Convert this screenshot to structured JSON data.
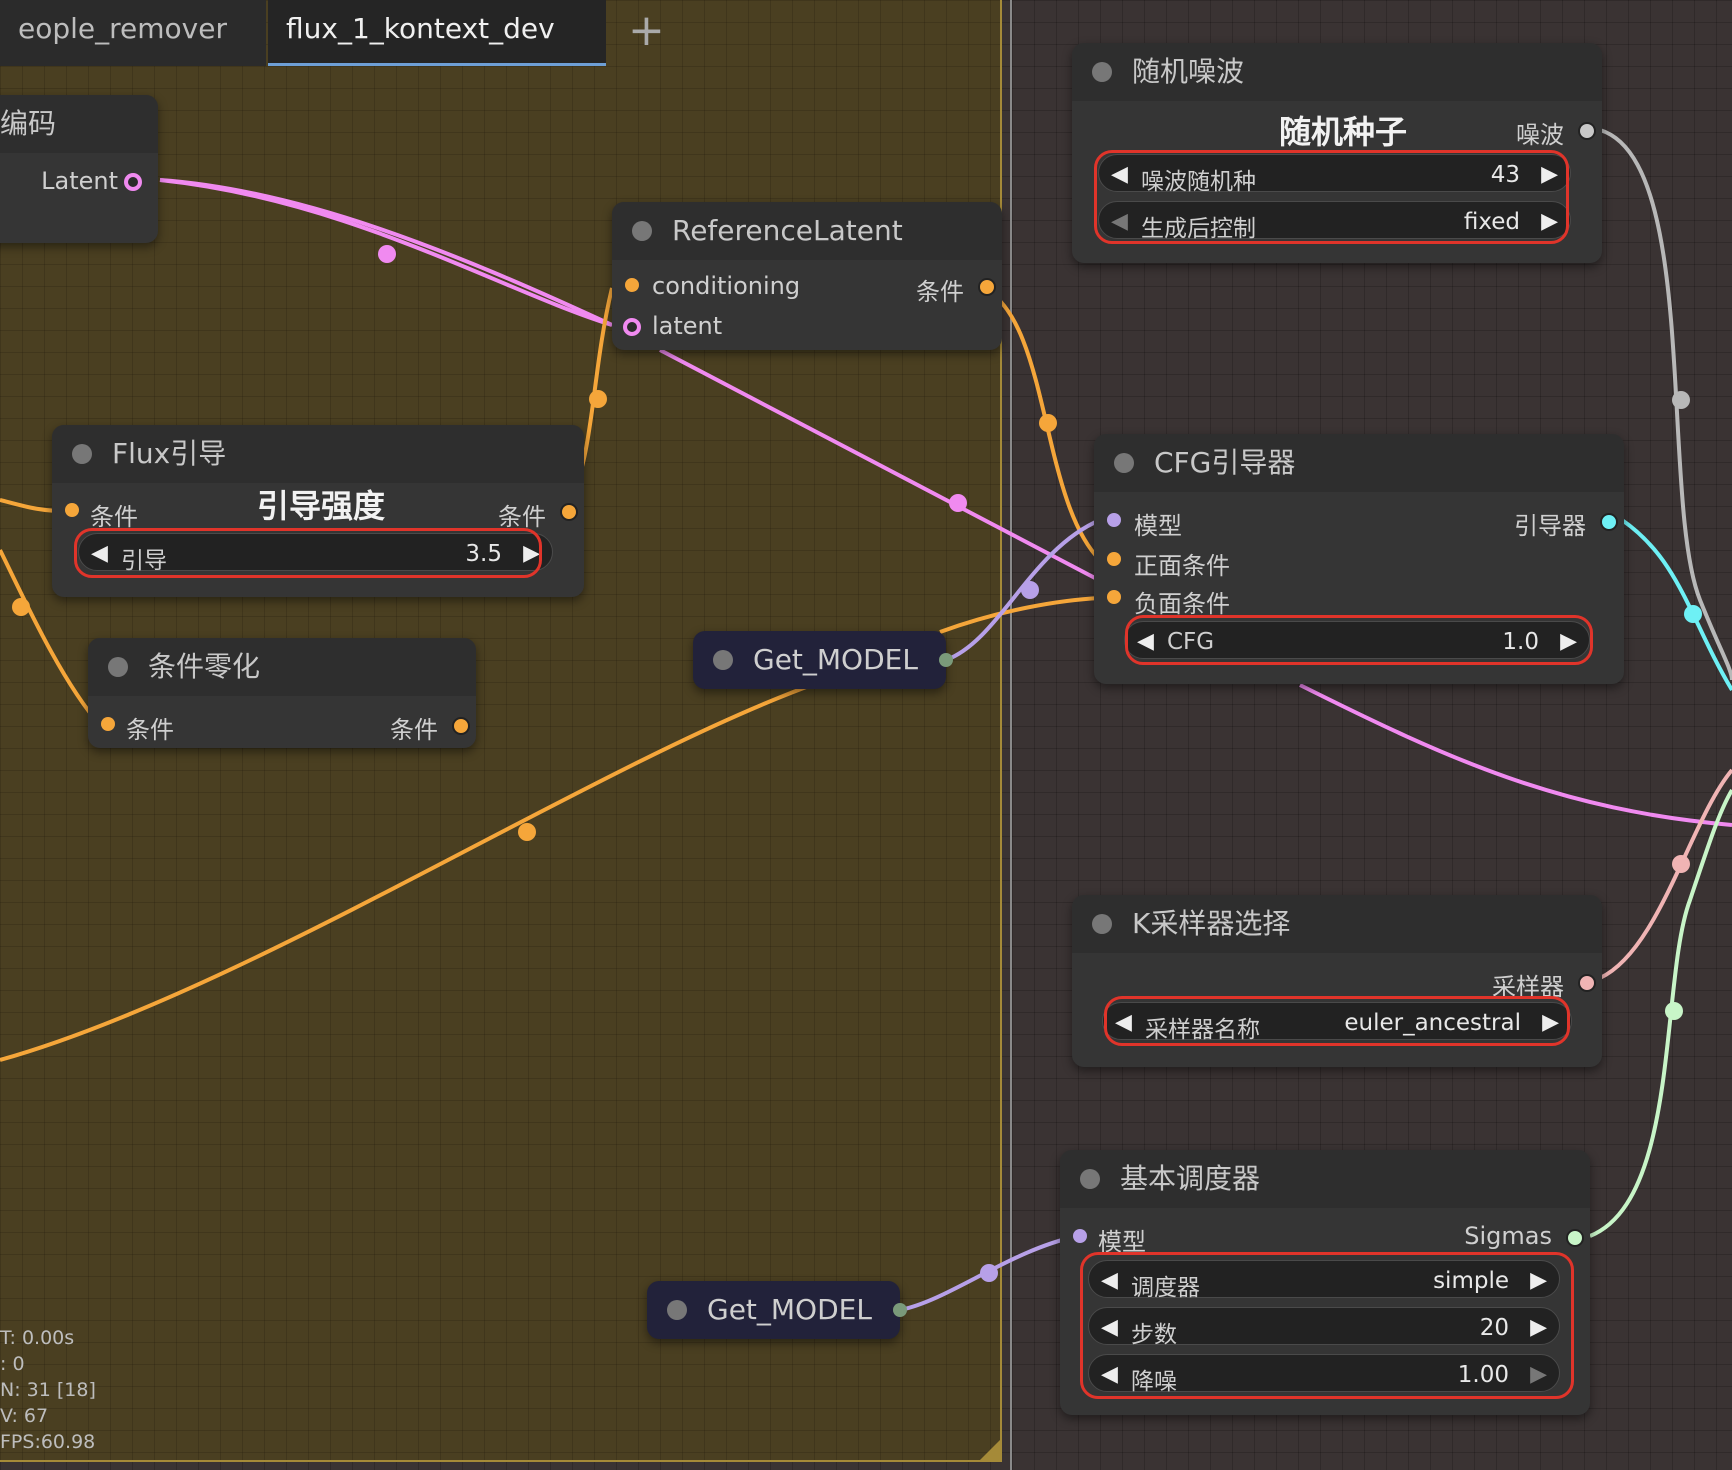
{
  "tabs": {
    "tab1": "eople_remover",
    "tab2": "flux_1_kontext_dev",
    "add": "+"
  },
  "encode_node": {
    "title": "编码",
    "out": "Latent"
  },
  "reference_latent": {
    "title": "ReferenceLatent",
    "in1": "conditioning",
    "in2": "latent",
    "out": "条件"
  },
  "flux_guidance": {
    "title": "Flux引导",
    "in": "条件",
    "out": "条件",
    "header": "引导强度",
    "widget_label": "引导",
    "widget_value": "3.5"
  },
  "cond_zero": {
    "title": "条件零化",
    "in": "条件",
    "out": "条件"
  },
  "get_model_1": {
    "title": "Get_MODEL"
  },
  "get_model_2": {
    "title": "Get_MODEL"
  },
  "random_noise": {
    "title": "随机噪波",
    "header": "随机种子",
    "out": "噪波",
    "w1_label": "噪波随机种",
    "w1_value": "43",
    "w2_label": "生成后控制",
    "w2_value": "fixed"
  },
  "cfg_guider": {
    "title": "CFG引导器",
    "in1": "模型",
    "in2": "正面条件",
    "in3": "负面条件",
    "out": "引导器",
    "widget_label": "CFG",
    "widget_value": "1.0"
  },
  "ksampler_select": {
    "title": "K采样器选择",
    "out": "采样器",
    "widget_label": "采样器名称",
    "widget_value": "euler_ancestral"
  },
  "basic_scheduler": {
    "title": "基本调度器",
    "in": "模型",
    "out": "Sigmas",
    "w1_label": "调度器",
    "w1_value": "simple",
    "w2_label": "步数",
    "w2_value": "20",
    "w3_label": "降噪",
    "w3_value": "1.00"
  },
  "stats": {
    "l1": "T: 0.00s",
    "l2": ": 0",
    "l3": "N: 31 [18]",
    "l4": "V: 67",
    "l5": "FPS:60.98"
  },
  "colors": {
    "latent": "#f08af0",
    "conditioning": "#f5a63a",
    "model": "#b7a0e8",
    "noise": "#c8c8c8",
    "guider": "#6ef0f5",
    "sampler": "#f0b4b4",
    "sigmas": "#c8f5c8",
    "highlight": "#e0342a"
  }
}
